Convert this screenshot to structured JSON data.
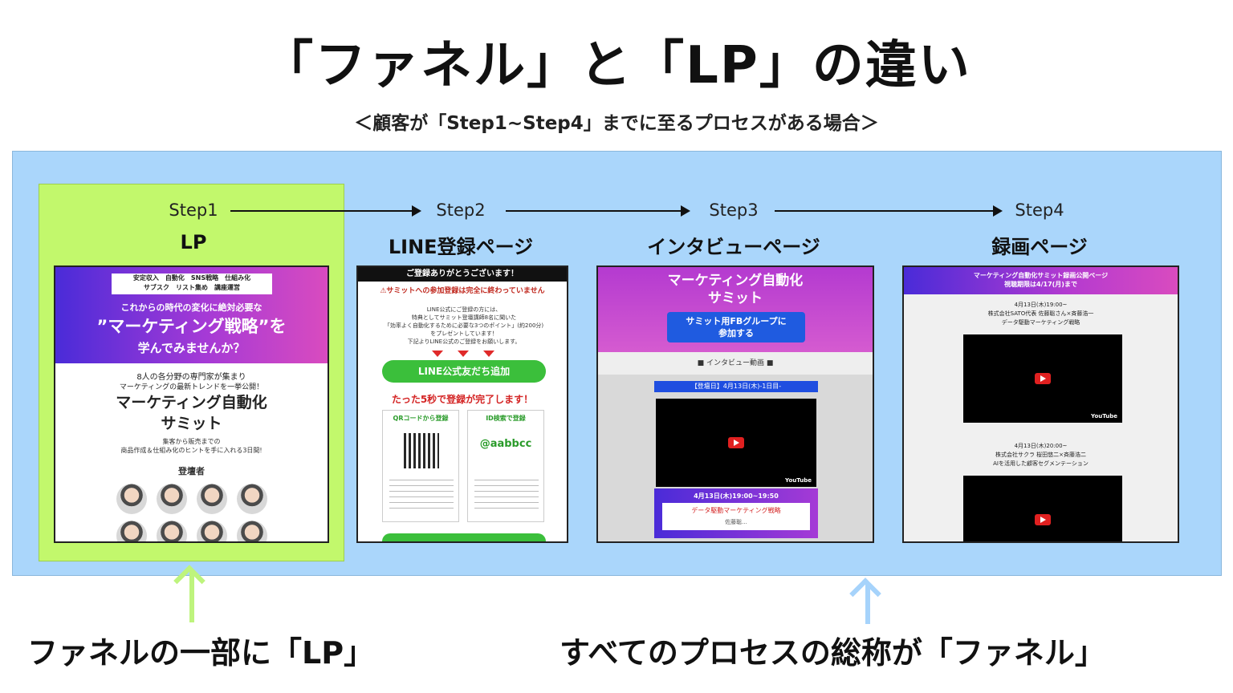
{
  "title": "「ファネル」と「LP」の違い",
  "subtitle": "＜顧客が「Step1~Step4」までに至るプロセスがある場合＞",
  "colors": {
    "funnel_panel": "#aad6fb",
    "lp_highlight": "#c2f86c",
    "arrow_lp": "#bef47d",
    "arrow_funnel": "#a6d3fb"
  },
  "steps": [
    {
      "step": "Step1",
      "name": "LP"
    },
    {
      "step": "Step2",
      "name": "LINE登録ページ"
    },
    {
      "step": "Step3",
      "name": "インタビューページ"
    },
    {
      "step": "Step4",
      "name": "録画ページ"
    }
  ],
  "screens": {
    "lp": {
      "tags": "安定収入　自動化　SNS戦略　仕組み化\nサブスク　リスト集め　講座運営",
      "lead": "これからの時代の変化に絶対必要な",
      "headline": "”マーケティング戦略”を",
      "headline_sub": "学んでみませんか？",
      "count": "8人の各分野の専門家が集まり",
      "count2": "マーケティングの最新トレンドを一挙公開！",
      "event": "マーケティング自動化\nサミット",
      "small": "集客から販売までの\n商品作成＆仕組み化のヒントを手に入れる3日間!",
      "speakers": "登壇者"
    },
    "line": {
      "header": "ご登録ありがとうございます！",
      "warning": "⚠サミットへの参加登録は完全に終わっていません",
      "body": "LINE公式にご登録の方には、\n特典としてサミット登壇講師8名に聞いた\n「効率よく自動化するために必要な3つのポイント」(約200分)\nをプレゼントしています！\n下記よりLINE公式のご登録をお願いします。",
      "button": "LINE公式友だち追加",
      "done": "たった5秒で登録が完了します！",
      "qr_title": "QRコードから登録",
      "id_title": "ID検索で登録",
      "line_id": "@aabbcc"
    },
    "interview": {
      "title": "マーケティング自動化\nサミット",
      "button": "サミット用FBグループに\n参加する",
      "section": "■ インタビュー動画 ■",
      "date": "【登壇日】4月13日(木)-1日目-",
      "yt": "YouTube",
      "time": "4月13日(木)19:00~19:50",
      "topic": "データ駆動マーケティング戦略",
      "speaker": "佐藤聡..."
    },
    "recording": {
      "header": "マーケティング自動化サミット録画公開ページ\n視聴期限は4/17(月)まで",
      "info1": "4月13日(木)19:00~\n株式会社SATO代表 佐藤聡さん×斉藤浩一\nデータ駆動マーケティング戦略",
      "info2": "4月13日(木)20:00~\n株式会社サクラ 桜田悠二×斉藤浩二\nAIを活用した顧客セグメンテーション",
      "yt": "YouTube"
    }
  },
  "captions": {
    "lp": "ファネルの一部に「LP」",
    "funnel": "すべてのプロセスの総称が「ファネル」"
  }
}
